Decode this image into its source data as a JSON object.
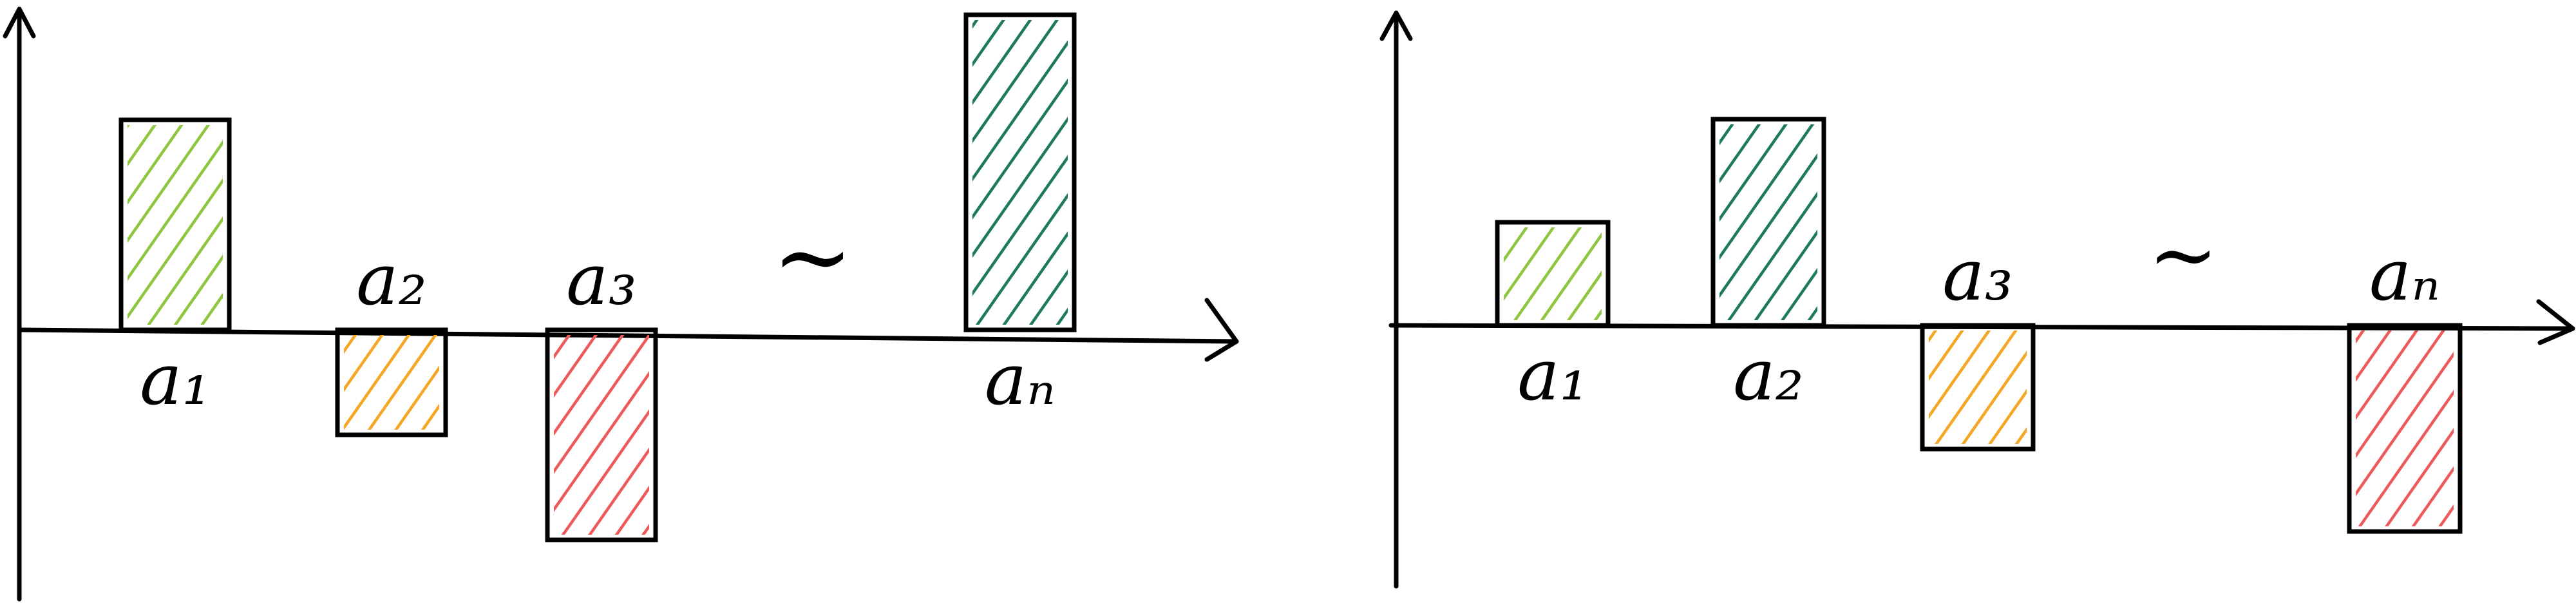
{
  "stroke_color": "#000000",
  "colors": {
    "light_green": "#8dc63f",
    "orange": "#f5a623",
    "red": "#ee5a5a",
    "dark_green": "#1f7a5a"
  },
  "left_diagram": {
    "bars": [
      {
        "label": "a₁",
        "value": 2.0,
        "color": "light_green"
      },
      {
        "label": "a₂",
        "value": -1.0,
        "color": "orange"
      },
      {
        "label": "a₃",
        "value": -2.0,
        "color": "red"
      },
      {
        "label": "aₙ",
        "value": 3.0,
        "color": "dark_green"
      }
    ],
    "ellipsis": "~"
  },
  "right_diagram": {
    "bars": [
      {
        "label": "a₁",
        "value": 1.0,
        "color": "light_green"
      },
      {
        "label": "a₂",
        "value": 2.0,
        "color": "dark_green"
      },
      {
        "label": "a₃",
        "value": -1.2,
        "color": "orange"
      },
      {
        "label": "aₙ",
        "value": -2.0,
        "color": "red"
      }
    ],
    "ellipsis": "~"
  }
}
